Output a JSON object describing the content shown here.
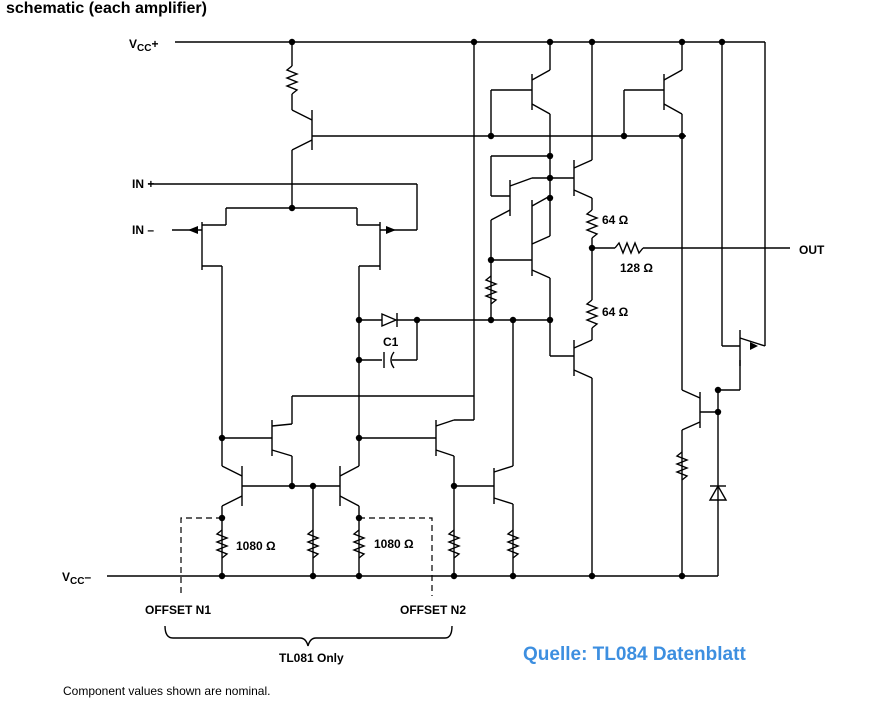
{
  "title": "schematic (each amplifier)",
  "labels": {
    "vcc_plus": "V",
    "vcc_plus_sub": "CC",
    "vcc_plus_sign": "+",
    "vcc_minus": "V",
    "vcc_minus_sub": "CC",
    "vcc_minus_sign": "–",
    "in_plus": "IN +",
    "in_minus": "IN –",
    "out": "OUT",
    "r64_top": "64 Ω",
    "r128": "128 Ω",
    "r64_bottom": "64 Ω",
    "c1": "C1",
    "r1080_left": "1080 Ω",
    "r1080_right": "1080 Ω",
    "offset_n1": "OFFSET N1",
    "offset_n2": "OFFSET N2",
    "tl081_only": "TL081 Only"
  },
  "source": "Quelle: TL084 Datenblatt",
  "footnote": "Component values shown are nominal."
}
